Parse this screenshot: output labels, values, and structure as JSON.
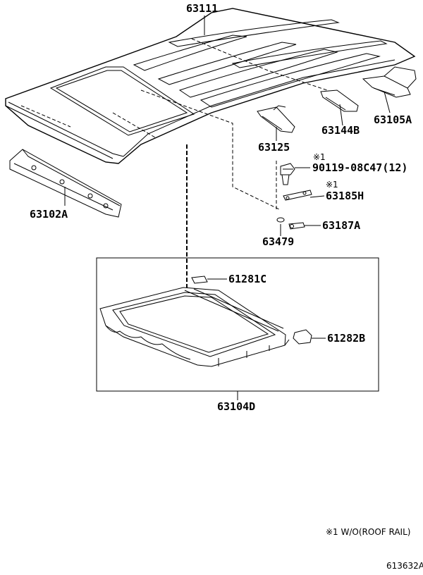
{
  "parts": {
    "roof_panel": "63111",
    "rear_bow": "63105A",
    "center_bow": "63144B",
    "bow_63125": "63125",
    "front_header": "63102A",
    "clip_mark": "※1",
    "clip_part": "90119-08C47(12)",
    "bracket_mark": "※1",
    "bracket_part": "63185H",
    "bracket_small": "63187A",
    "plug": "63479",
    "frame_part_c": "61281C",
    "frame_part_b": "61282B",
    "sunroof_frame": "63104D"
  },
  "footnote": "※1 W/O(ROOF RAIL)",
  "diagram_code": "613632A"
}
